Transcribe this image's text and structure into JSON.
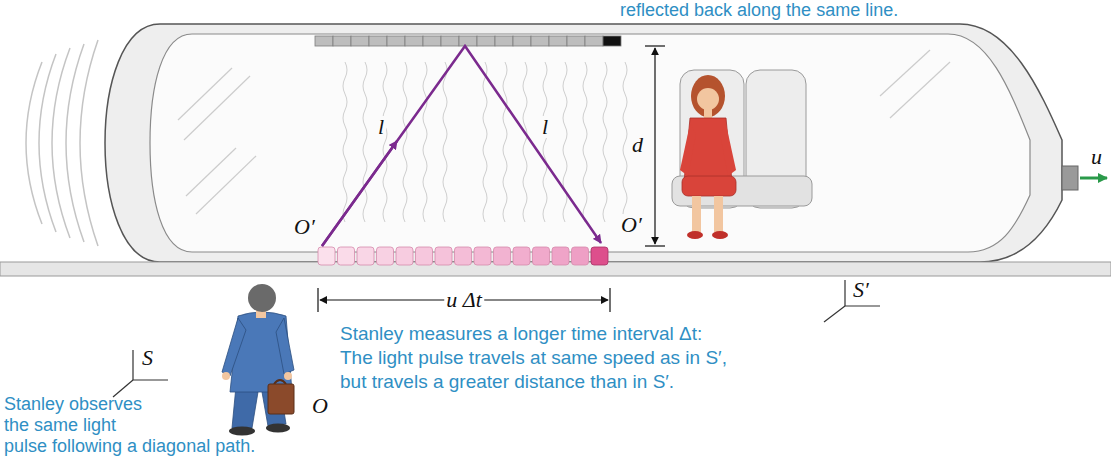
{
  "diagram": {
    "labels": [
      "reflected back along the same line.",
      "l",
      "l",
      "d",
      "O′",
      "O′",
      "u",
      "S′",
      "S",
      "O",
      "u Δt",
      "Stanley measures a longer time interval Δt: The light pulse travels at same speed as in S′, but travels a greater distance than in S′.",
      "Stanley observes the same light pulse following a diagonal path."
    ]
  }
}
